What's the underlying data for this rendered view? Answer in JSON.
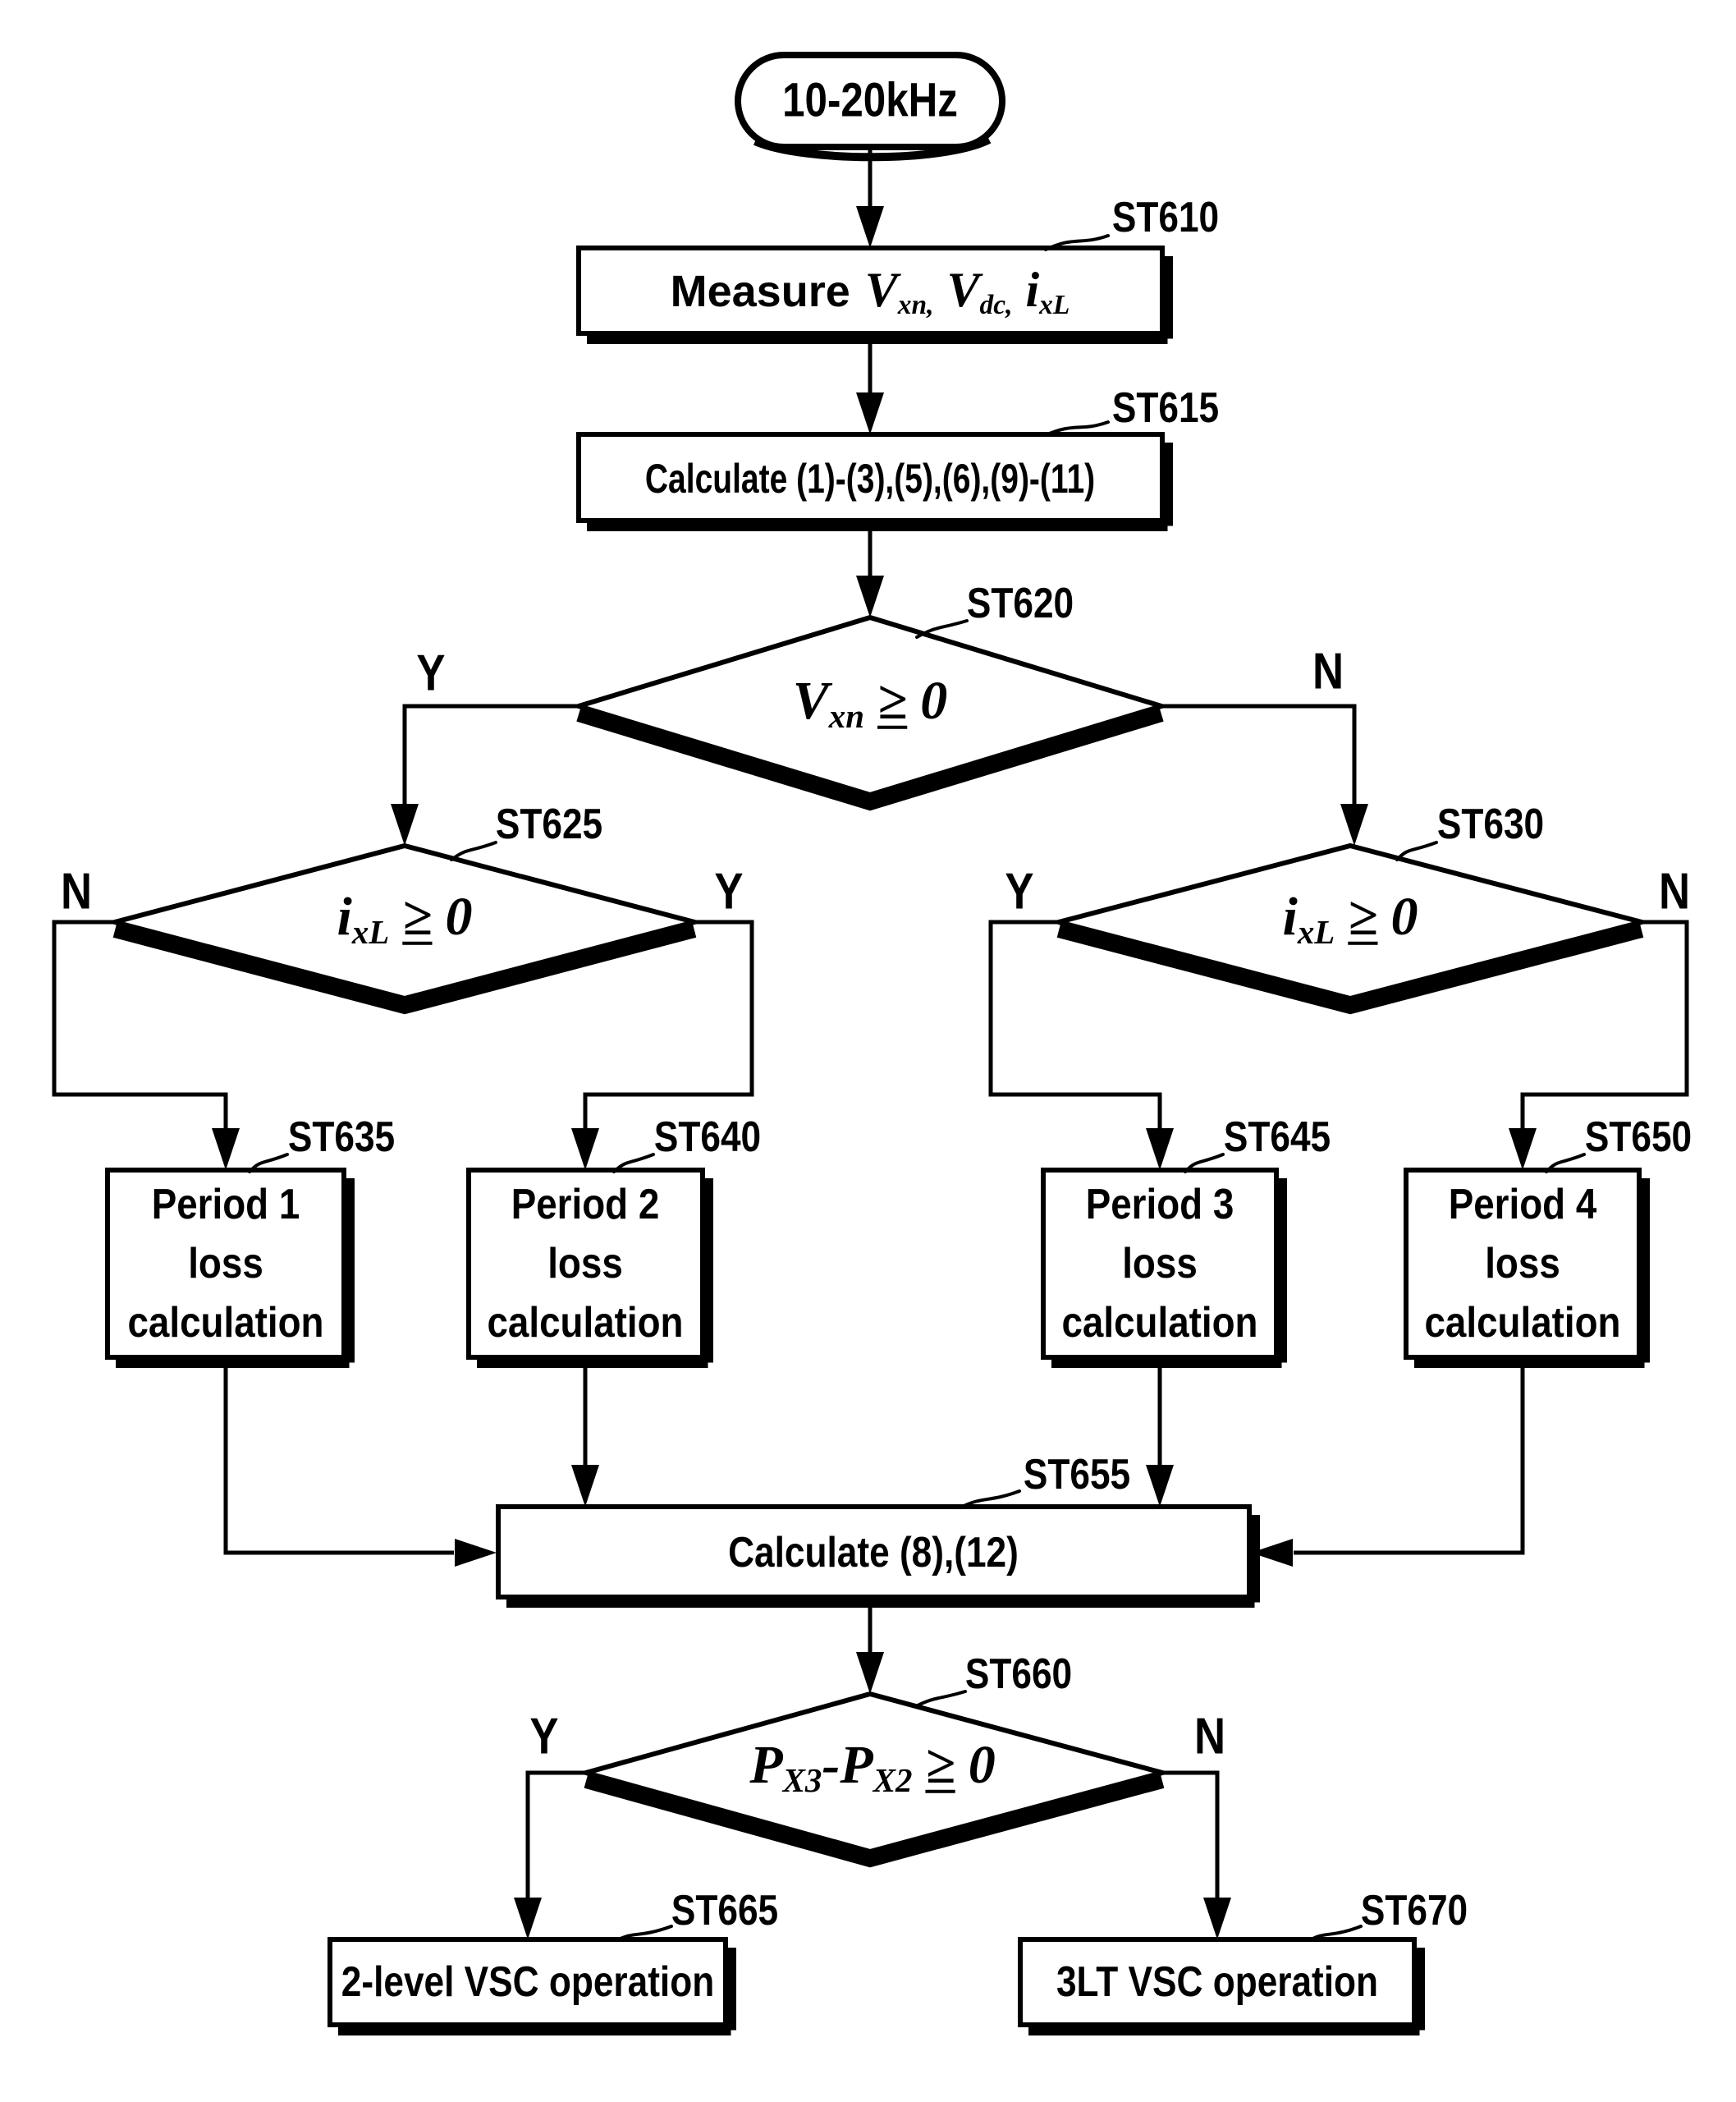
{
  "flow": {
    "start": {
      "text": "10-20kHz"
    },
    "st610": {
      "tag": "ST610",
      "prefix": "Measure",
      "v1b": "V",
      "v1s": "xn,",
      "v2b": "V",
      "v2s": "dc,",
      "v3b": "i",
      "v3s": "xL"
    },
    "st615": {
      "tag": "ST615",
      "text": "Calculate (1)-(3),(5),(6),(9)-(11)"
    },
    "st620": {
      "tag": "ST620",
      "vb": "V",
      "vs": "xn",
      "geq": "≥",
      "zero": "0",
      "y": "Y",
      "n": "N"
    },
    "st625": {
      "tag": "ST625",
      "vb": "i",
      "vs": "xL",
      "geq": "≥",
      "zero": "0",
      "y": "Y",
      "n": "N"
    },
    "st630": {
      "tag": "ST630",
      "vb": "i",
      "vs": "xL",
      "geq": "≥",
      "zero": "0",
      "y": "Y",
      "n": "N"
    },
    "st635": {
      "tag": "ST635",
      "lines": [
        "Period 1",
        "loss",
        "calculation"
      ]
    },
    "st640": {
      "tag": "ST640",
      "lines": [
        "Period 2",
        "loss",
        "calculation"
      ]
    },
    "st645": {
      "tag": "ST645",
      "lines": [
        "Period 3",
        "loss",
        "calculation"
      ]
    },
    "st650": {
      "tag": "ST650",
      "lines": [
        "Period 4",
        "loss",
        "calculation"
      ]
    },
    "st655": {
      "tag": "ST655",
      "text": "Calculate (8),(12)"
    },
    "st660": {
      "tag": "ST660",
      "p1b": "P",
      "p1s": "X3",
      "minus": "-",
      "p2b": "P",
      "p2s": "X2",
      "geq": "≥",
      "zero": "0",
      "y": "Y",
      "n": "N"
    },
    "st665": {
      "tag": "ST665",
      "text": "2-level VSC operation"
    },
    "st670": {
      "tag": "ST670",
      "text": "3LT VSC operation"
    }
  }
}
